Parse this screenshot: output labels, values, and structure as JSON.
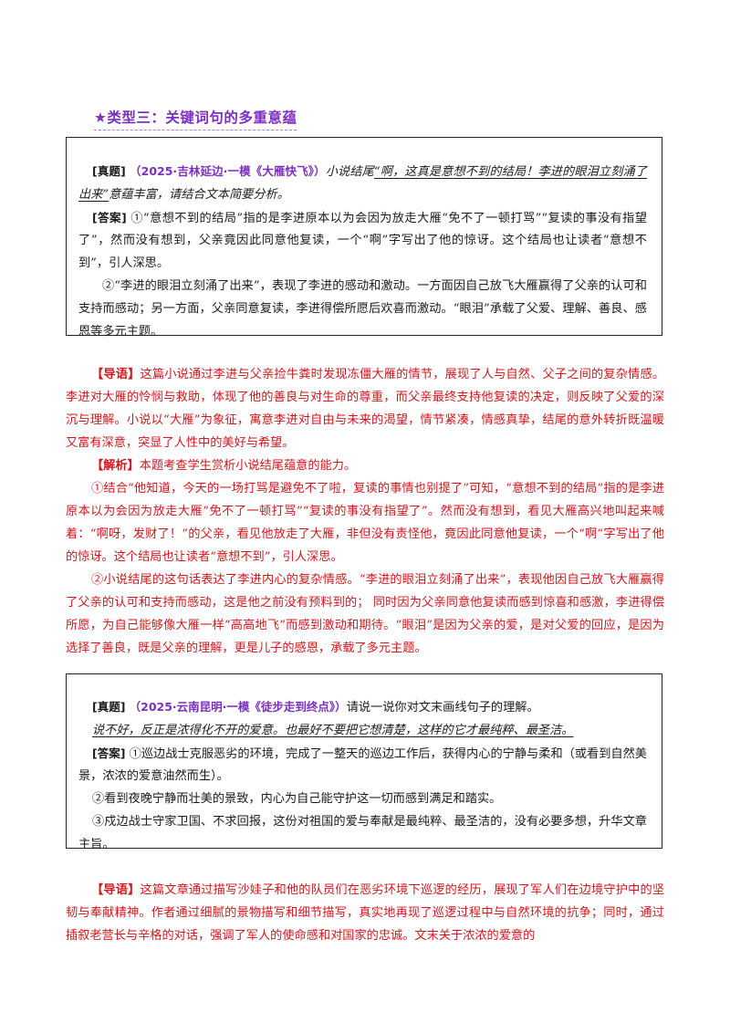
{
  "section_title": "★类型三：关键词句的多重意蕴",
  "q1": {
    "label": "[真题]",
    "source": "（2025·吉林延边·一模《大雁快飞》）",
    "text_pre": "小说结尾",
    "quote": "“啊，这真是意想不到的结局！李进的眼泪立刻涌了出来”",
    "text_post": "意蕴丰富，请结合文本简要分析。",
    "answer_label": "[答案]",
    "answer_p1": "①“意想不到的结局”指的是李进原本以为会因为放走大雁“免不了一顿打骂”“复读的事没有指望了”，然而没有想到，父亲竟因此同意他复读，一个“啊”字写出了他的惊讶。这个结局也让读者“意想不到”，引人深思。",
    "answer_p2": "②“李进的眼泪立刻涌了出来”，表现了李进的感动和激动。一方面因自己放飞大雁赢得了父亲的认可和支持而感动；另一方面，父亲同意复读，李进得偿所愿后欢喜而激动。“眼泪”承载了父爱、理解、善良、感恩等多元主题。"
  },
  "analysis1": {
    "guide_label": "【导语】",
    "guide_text": "这篇小说通过李进与父亲捡牛粪时发现冻僵大雁的情节，展现了人与自然、父子之间的复杂情感。李进对大雁的怜悯与救助，体现了他的善良与对生命的尊重，而父亲最终支持他复读的决定，则反映了父爱的深沉与理解。小说以“大雁”为象征，寓意李进对自由与未来的渴望，情节紧凑，情感真挚，结尾的意外转折既温暖又富有深意，突显了人性中的美好与希望。",
    "analysis_label": "【解析】",
    "analysis_text": "本题考查学生赏析小说结尾蕴意的能力。",
    "p1": "①结合“他知道，今天的一场打骂是避免不了啦，复读的事情也别提了”可知，“意想不到的结局”指的是李进原本以为会因为放走大雁“免不了一顿打骂”“复读的事没有指望了”。然而没有想到，看见大雁高兴地叫起来喊着：“啊呀，发财了！”的父亲，看见他放走了大雁，非但没有责怪他，竟因此同意他复读，一个“啊”字写出了他的惊讶。这个结局也让读者“意想不到”，引人深思。",
    "p2": "②小说结尾的这句话表达了李进内心的复杂情感。“李进的眼泪立刻涌了出来”，表现他因自己放飞大雁赢得了父亲的认可和支持而感动，这是他之前没有预料到的； 同时因为父亲同意他复读而感到惊喜和感激，李进得偿所愿，为自己能够像大雁一样“高高地飞”而感到激动和期待。“眼泪”是因为父亲的爱，是对父爱的回应，是因为选择了善良，既是父亲的理解，更是儿子的感恩，承载了多元主题。"
  },
  "q2": {
    "label": "[真题]",
    "source": "（2025·云南昆明·一模《徒步走到终点》）",
    "text": "请说一说你对文末画线句子的理解。",
    "quote": "说不好，反正是浓得化不开的爱意。也最好不要把它想清楚，这样的它才最纯粹、最圣洁。",
    "answer_label": "[答案]",
    "answer_p1": "①巡边战士克服恶劣的环境，完成了一整天的巡边工作后，获得内心的宁静与柔和（或看到自然美景，浓浓的爱意油然而生）。",
    "answer_p2": "②看到夜晚宁静而壮美的景致，内心为自己能守护这一切而感到满足和踏实。",
    "answer_p3": "③戍边战士守家卫国、不求回报，这份对祖国的爱与奉献是最纯粹、最圣洁的，没有必要多想，升华文章主旨。"
  },
  "analysis2": {
    "guide_label": "【导语】",
    "guide_text": "这篇文章通过描写沙娃子和他的队员们在恶劣环境下巡逻的经历，展现了军人们在边境守护中的坚韧与奉献精神。作者通过细腻的景物描写和细节描写，真实地再现了巡逻过程中与自然环境的抗争；同时，通过插叙老营长与辛格的对话，强调了军人的使命感和对国家的忠诚。文末关于浓浓的爱意的"
  }
}
